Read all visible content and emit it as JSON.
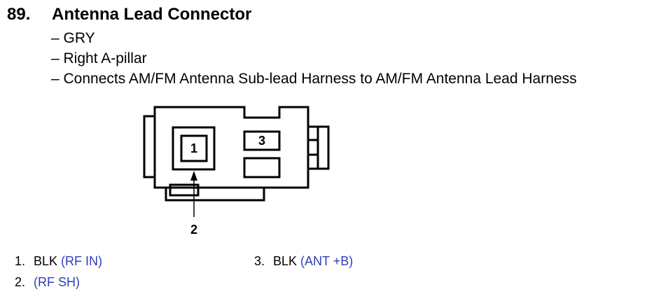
{
  "heading": {
    "number": "89.",
    "title": "Antenna Lead Connector"
  },
  "details": [
    "– GRY",
    "– Right A-pillar",
    "– Connects AM/FM Antenna Sub-lead Harness to AM/FM Antenna Lead Harness"
  ],
  "diagram": {
    "terminal_1_label": "1",
    "terminal_3_label": "3",
    "callout_2_label": "2"
  },
  "pins": [
    {
      "number": "1.",
      "wire_color": "BLK",
      "note": "(RF IN)"
    },
    {
      "number": "2.",
      "wire_color": "",
      "note": "(RF SH)"
    },
    {
      "number": "3.",
      "wire_color": "BLK",
      "note": "(ANT +B)"
    }
  ],
  "colors": {
    "text": "#000000",
    "pin_note": "#2f3eb8",
    "background": "#ffffff"
  }
}
